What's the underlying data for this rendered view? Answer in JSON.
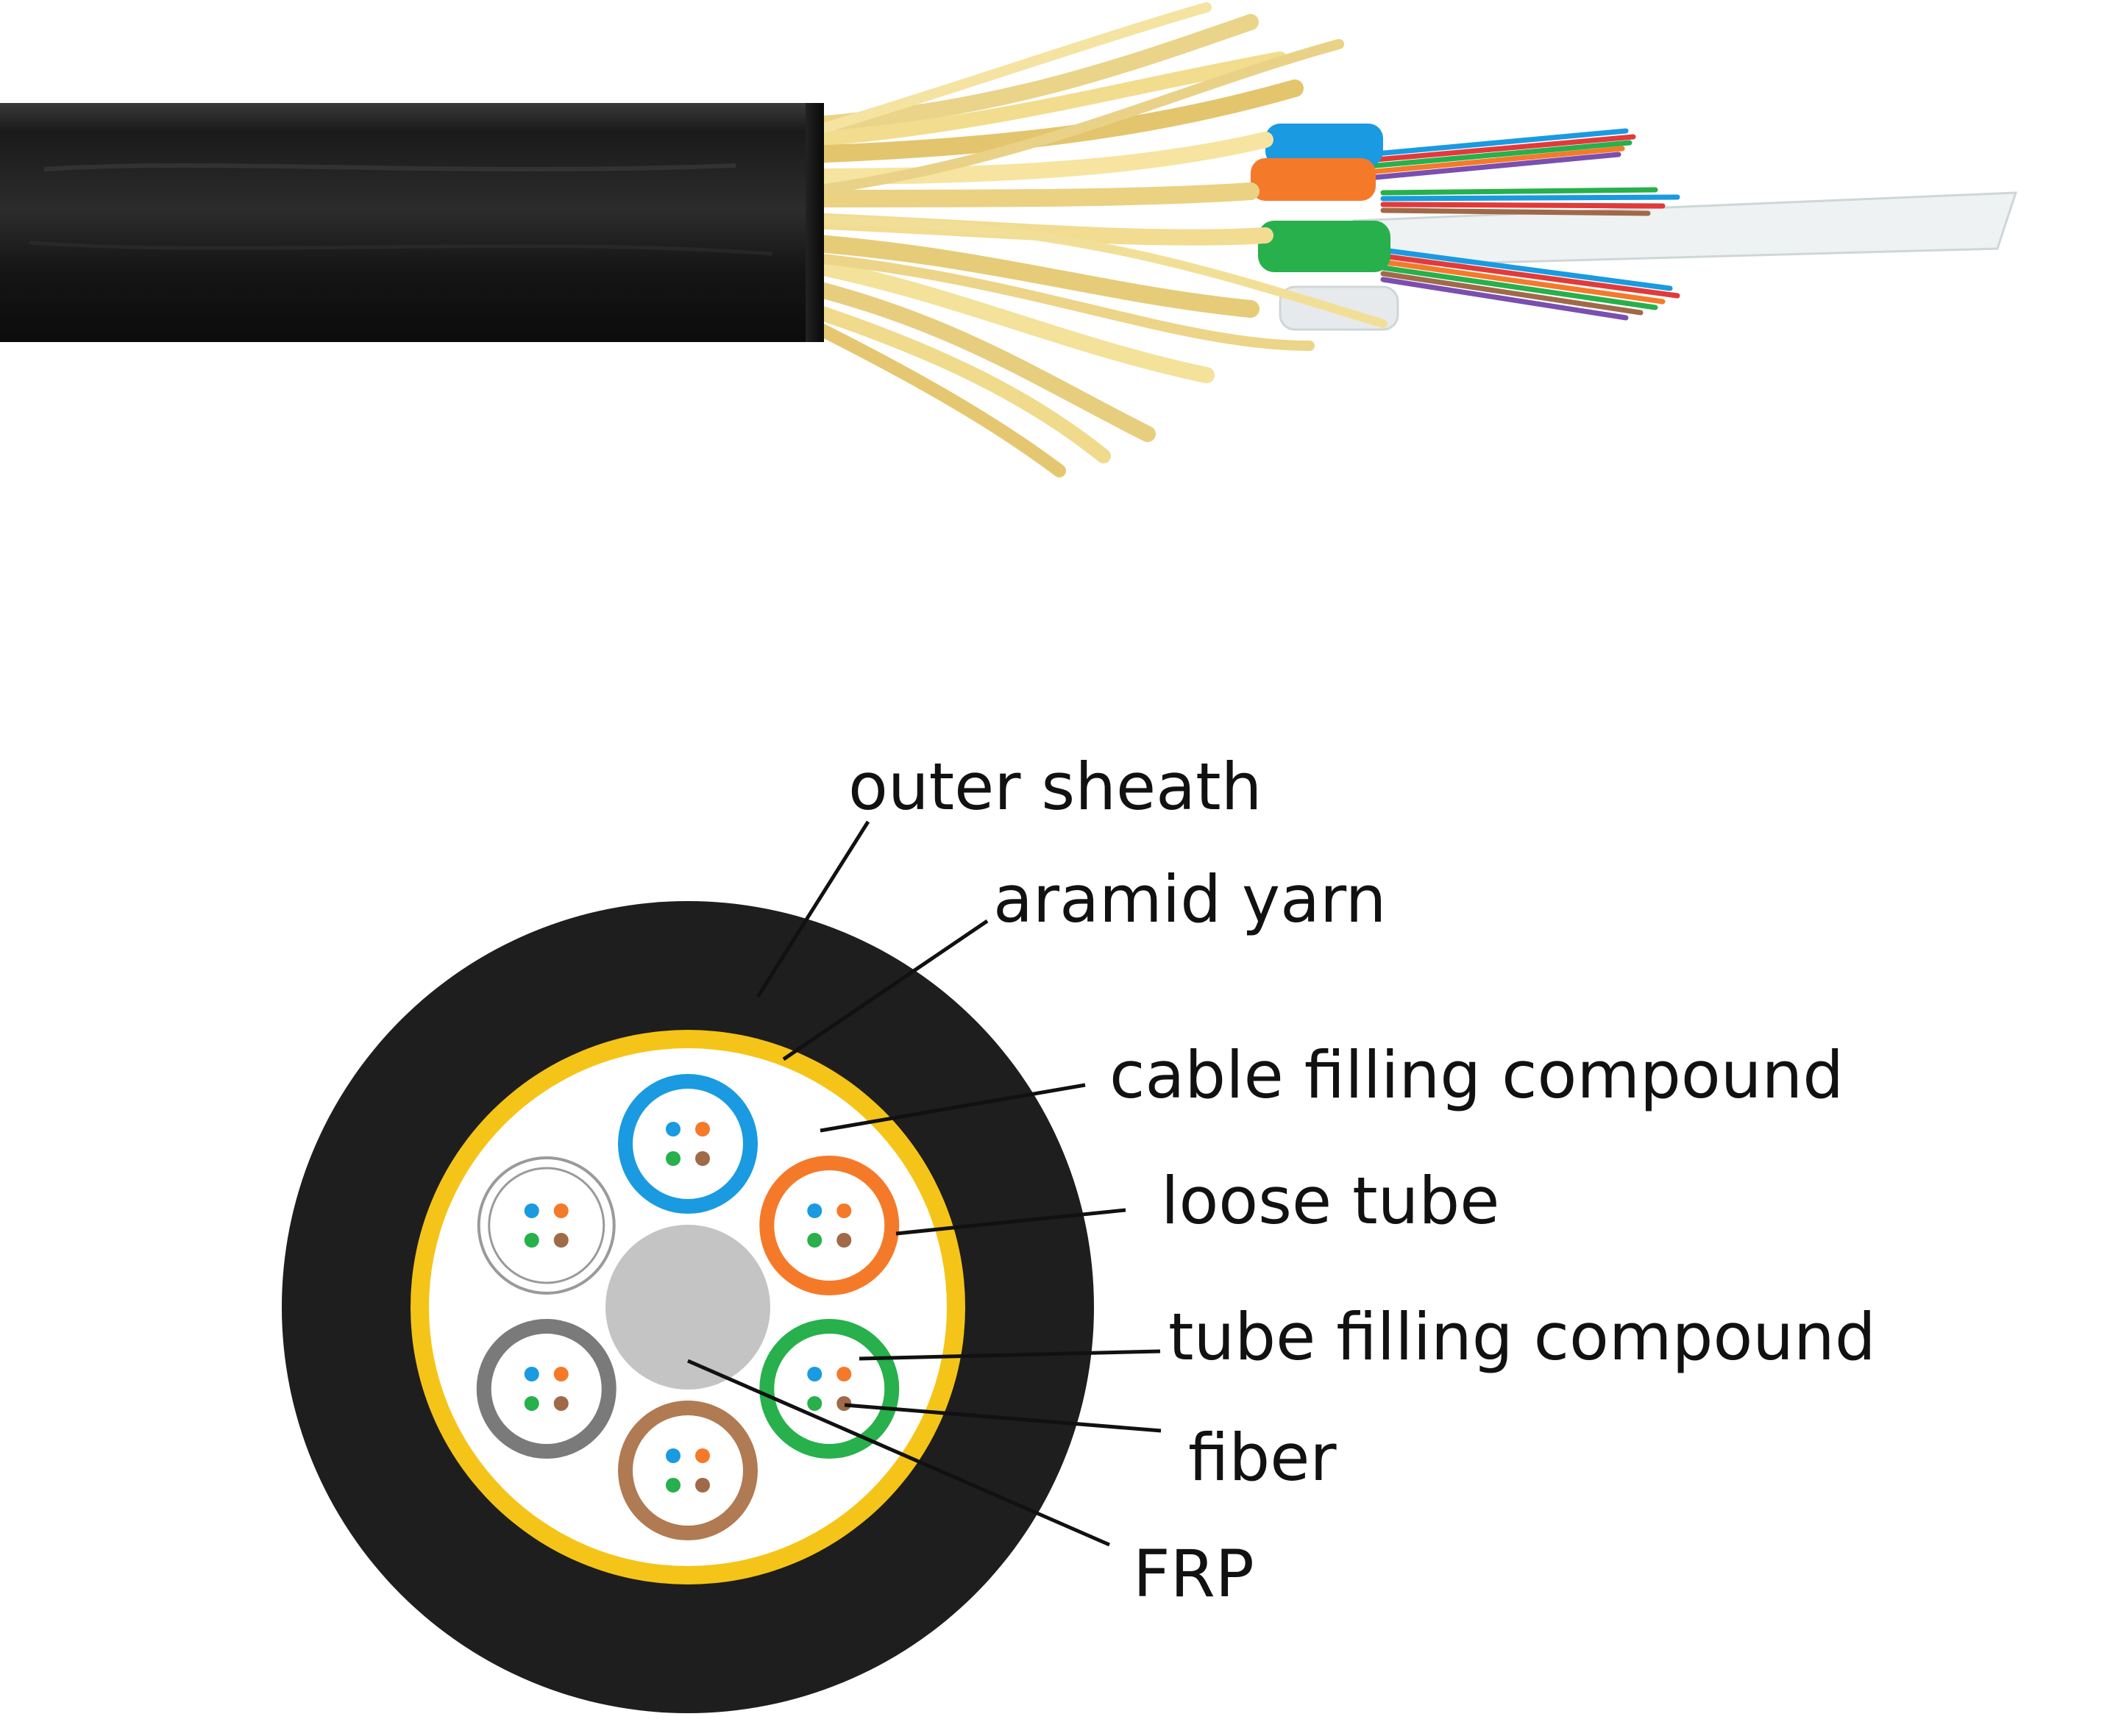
{
  "labels": {
    "outer_sheath": "outer sheath",
    "aramid_yarn": "aramid yarn",
    "cable_filling_compound": "cable filling compound",
    "loose_tube": "loose tube",
    "tube_filling_compound": "tube filling compound",
    "fiber": "fiber",
    "frp": "FRP"
  },
  "colors": {
    "sheath": "#1e1e1e",
    "aramid": "#f5c418",
    "filling": "#ffffff",
    "frp": "#c4c4c4",
    "tube_blue": "#1a9ae0",
    "tube_orange": "#f47a2a",
    "tube_green": "#27b04b",
    "tube_brown": "#b07a52",
    "tube_gray": "#7a7a7a",
    "tube_white": "#9a9a9a",
    "fiber_blue": "#1a9ae0",
    "fiber_orange": "#f47a2a",
    "fiber_green": "#27b04b",
    "fiber_brown": "#a06a48"
  },
  "tubes": [
    {
      "name": "blue",
      "color": "#1a9ae0"
    },
    {
      "name": "orange",
      "color": "#f47a2a"
    },
    {
      "name": "green",
      "color": "#27b04b"
    },
    {
      "name": "brown",
      "color": "#b07a52"
    },
    {
      "name": "gray",
      "color": "#7a7a7a"
    },
    {
      "name": "white",
      "color": "#9a9a9a"
    }
  ]
}
